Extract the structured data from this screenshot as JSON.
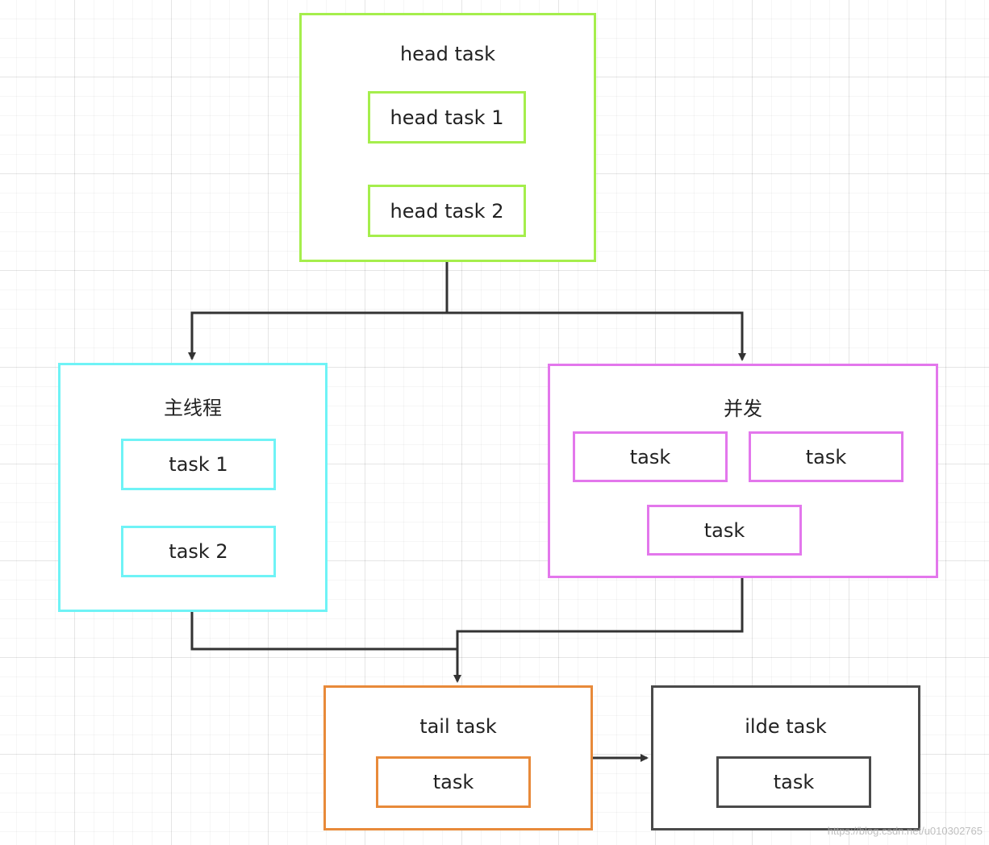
{
  "colors": {
    "head": "#a5ee4c",
    "main": "#6ff3f6",
    "concurrent": "#e377ec",
    "tail": "#e88a3a",
    "idle": "#4a4a4a",
    "connector": "#333333"
  },
  "head_group": {
    "title": "head task",
    "tasks": [
      "head task 1",
      "head task 2"
    ]
  },
  "main_group": {
    "title": "主线程",
    "tasks": [
      "task 1",
      "task 2"
    ]
  },
  "concurrent_group": {
    "title": "并发",
    "tasks": [
      "task",
      "task",
      "task"
    ]
  },
  "tail_group": {
    "title": "tail task",
    "tasks": [
      "task"
    ]
  },
  "idle_group": {
    "title": "ilde task",
    "tasks": [
      "task"
    ]
  },
  "watermark": "https://blog.csdn.net/u010302765"
}
